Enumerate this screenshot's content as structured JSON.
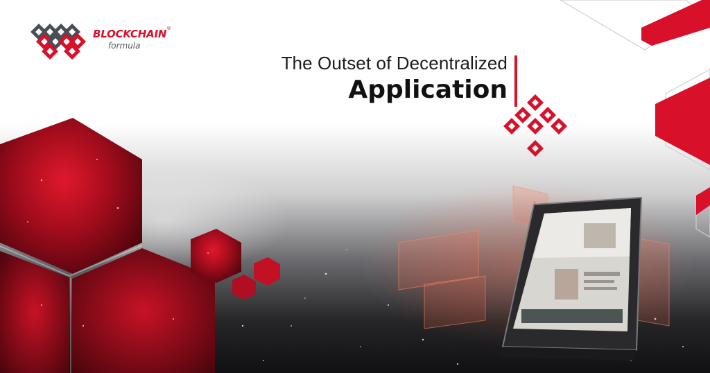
{
  "brand": {
    "name": "BLOCKCHAIN",
    "registered_mark": "®",
    "sub": "formula",
    "logo_colors": {
      "dark": "#4a4f55",
      "red": "#d8102a"
    }
  },
  "headline": {
    "line1": "The Outset of Decentralized",
    "line2": "Application"
  },
  "colors": {
    "accent": "#d8102a",
    "dark_bg": "#141416",
    "text_dark": "#111111"
  },
  "icons": {
    "logo": "blockchain-cubes-logo-icon",
    "diamond_cluster": "diamond-cluster-icon",
    "hexagon": "hexagon-shape",
    "smartphone": "smartphone-illustration"
  }
}
